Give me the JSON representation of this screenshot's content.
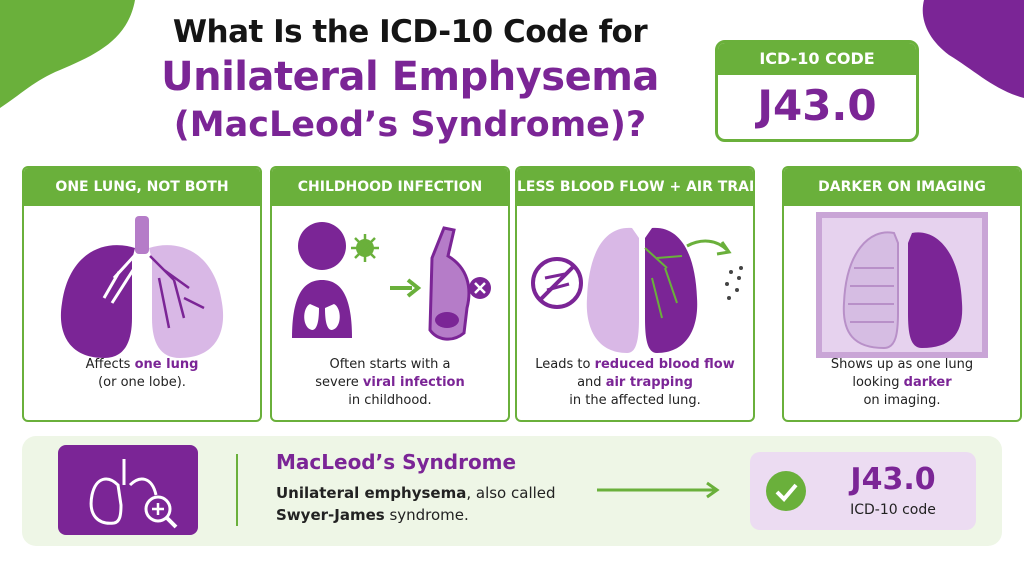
{
  "header": {
    "title_line1": "What Is the ICD-10 Code for",
    "title_line2": "Unilateral Emphysema",
    "title_line3": "(MacLeod’s Syndrome)?"
  },
  "code_box": {
    "label": "ICD-10 CODE",
    "value": "J43.0"
  },
  "cards": [
    {
      "title": "ONE LUNG, NOT BOTH",
      "pre": "Affects ",
      "highlight": "one lung",
      "post": "(or one lobe)."
    },
    {
      "title": "CHILDHOOD INFECTION",
      "pre": "Often starts with a",
      "mid": "severe ",
      "highlight": "viral infection",
      "post": "in childhood."
    },
    {
      "title": "LESS BLOOD FLOW + AIR TRAPPING",
      "pre": "Leads to ",
      "highlight": "reduced blood flow",
      "mid": "and ",
      "highlight2": "air trapping",
      "post": "in the affected lung."
    },
    {
      "title": "DARKER ON IMAGING",
      "pre": "Shows up as one lung",
      "mid": "looking ",
      "highlight": "darker",
      "post": "on imaging."
    }
  ],
  "summary": {
    "title": "MacLeod’s Syndrome",
    "desc_bold1": "Unilateral emphysema",
    "desc_mid": ", also called",
    "desc_bold2": "Swyer-James",
    "desc_end": " syndrome.",
    "code": "J43.0",
    "code_label": "ICD-10 code"
  },
  "icons": [
    "lungs-icon",
    "child-virus-icon",
    "airway-icon",
    "no-bloodflow-icon",
    "xray-icon",
    "lung-search-icon",
    "check-icon",
    "arrow-icon"
  ],
  "colors": {
    "purple": "#7b2596",
    "green": "#6ab03b",
    "light_purple": "#d9b8e6",
    "pale_green": "#eef6e6"
  }
}
